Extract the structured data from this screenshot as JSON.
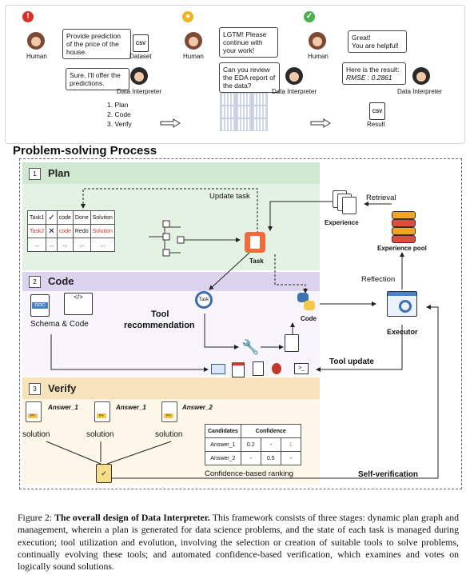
{
  "top_panel": {
    "stage1": {
      "human_message": "Provide prediction of the price of the house.",
      "human_label": "Human",
      "dataset_icon_text": "CSV",
      "dataset_label": "Dataset",
      "agent_message": "Sure, I'll offer the predictions.",
      "agent_label": "Data Interpreter",
      "steps": [
        "1. Plan",
        "2. Code",
        "3. Verify"
      ],
      "badge": "!",
      "badge_color": "#d9302c"
    },
    "stage2": {
      "human_message": "LGTM! Please continue with your work!",
      "human_label": "Human",
      "agent_message": "Can you review the EDA report of the data?",
      "agent_label": "Data Interpreter",
      "badge_color": "#f0b323"
    },
    "stage3": {
      "human_message_line1": "Great!",
      "human_message_line2": "You are helpful!",
      "human_label": "Human",
      "agent_message_line1": "Here is the result:",
      "agent_message_line2": "RMSE : 0.2861",
      "agent_label": "Data Interpreter",
      "result_icon_text": "CSV",
      "result_label": "Result",
      "badge_color": "#4caf50"
    }
  },
  "section_title": "Problem-solving Process",
  "plan": {
    "number": "1",
    "title": "Plan",
    "update_task": "Update task",
    "task_label": "Task",
    "table": [
      [
        "Task1",
        "✓",
        "code",
        "Done",
        "Solution"
      ],
      [
        "Task2",
        "✕",
        "code",
        "Redo",
        "Solution"
      ],
      [
        "...",
        "...",
        "...",
        "...",
        "..."
      ]
    ],
    "colors": {
      "plan_bg": "#e4f2e4",
      "task2_text": "#c0392b",
      "task_icon": "#f26b3a"
    }
  },
  "right_column": {
    "retrieval": "Retrieval",
    "experience": "Experience",
    "experience_pool": "Experience pool",
    "reflection": "Reflection",
    "executor": "Executor",
    "tool_update": "Tool update",
    "self_verification": "Self-verification"
  },
  "code": {
    "number": "2",
    "title": "Code",
    "doc_icon_text": "DOC",
    "schema_label": "Schema & Code",
    "tool_recommendation_line1": "Tool",
    "tool_recommendation_line2": "recommendation",
    "code_label": "Code",
    "magnifier_text": "Task",
    "colors": {
      "code_strip": "#dcd3ef"
    }
  },
  "verify": {
    "number": "3",
    "title": "Verify",
    "answers": [
      "Answer_1",
      "Answer_1",
      "Answer_2"
    ],
    "solution_label": "solution",
    "file_icon_text": "PY",
    "confidence_table": {
      "headers": [
        "Candidates",
        "Confidence"
      ],
      "rows": [
        [
          "Answer_1",
          "0.2",
          "-",
          "1"
        ],
        [
          "Answer_2",
          "-",
          "0.5",
          "-"
        ]
      ]
    },
    "ranking_label": "Confidence-based ranking",
    "colors": {
      "verify_strip": "#f6e3bc",
      "highlight": "#e08a1e"
    }
  },
  "caption": {
    "prefix": "Figure 2: ",
    "bold": "The overall design of Data Interpreter.",
    "body": " This framework consists of three stages: dynamic plan graph and management, wherein a plan is generated for data science problems, and the state of each task is managed during execution; tool utilization and evolution, involving the selection or creation of suitable tools to solve problems, continually evolving these tools; and automated confidence-based verification, which examines and votes on logically sound solutions."
  }
}
